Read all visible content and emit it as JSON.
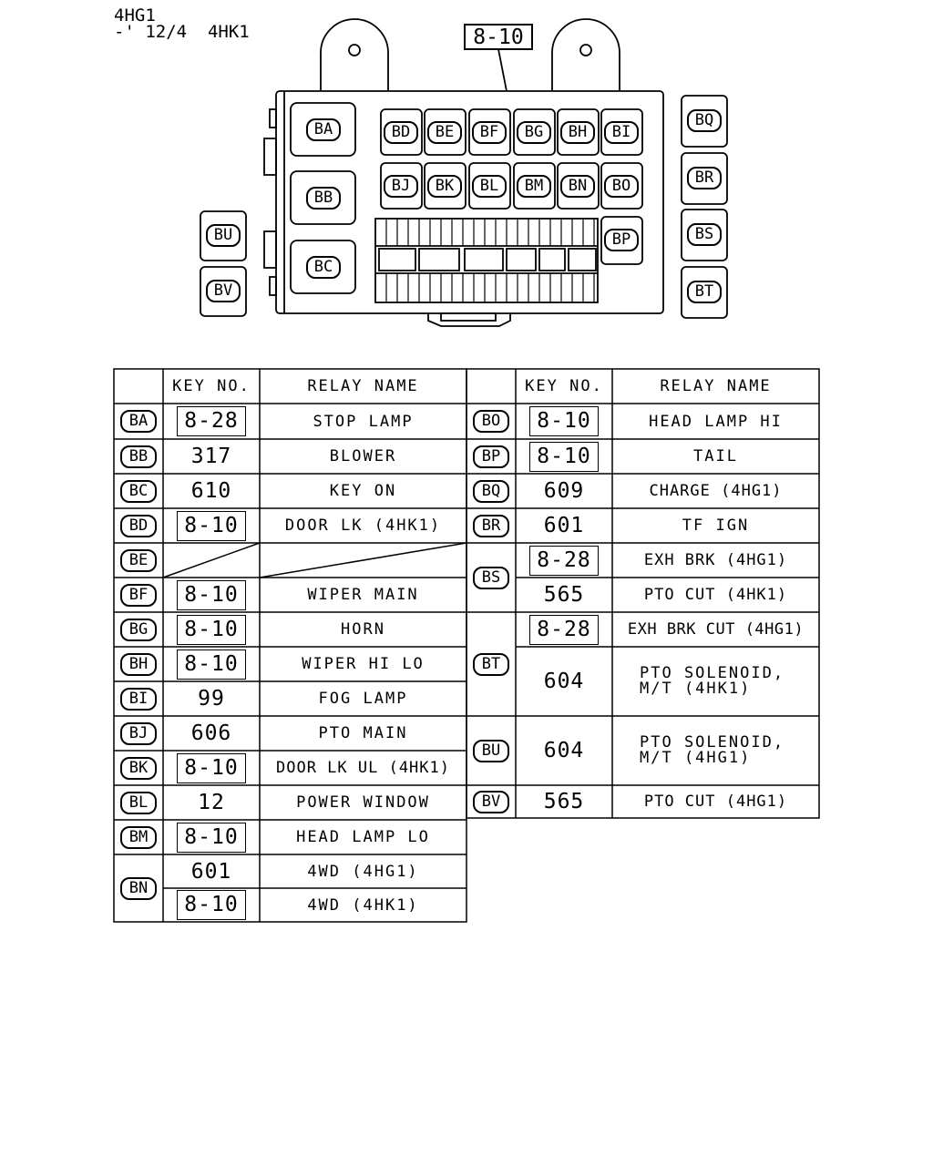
{
  "header": {
    "line1": "4HG1",
    "line2": "-' 12/4  4HK1"
  },
  "callout": "8-10",
  "diagram_labels": {
    "BA": "BA",
    "BB": "BB",
    "BC": "BC",
    "BD": "BD",
    "BE": "BE",
    "BF": "BF",
    "BG": "BG",
    "BH": "BH",
    "BI": "BI",
    "BJ": "BJ",
    "BK": "BK",
    "BL": "BL",
    "BM": "BM",
    "BN": "BN",
    "BO": "BO",
    "BP": "BP",
    "BQ": "BQ",
    "BR": "BR",
    "BS": "BS",
    "BT": "BT",
    "BU": "BU",
    "BV": "BV"
  },
  "table_headers": {
    "key_no": "KEY NO.",
    "relay_name": "RELAY NAME"
  },
  "left_table": {
    "BA": {
      "code": "BA",
      "key": "8-28",
      "boxed": true,
      "name": "STOP LAMP"
    },
    "BB": {
      "code": "BB",
      "key": "317",
      "boxed": false,
      "name": "BLOWER"
    },
    "BC": {
      "code": "BC",
      "key": "610",
      "boxed": false,
      "name": "KEY ON"
    },
    "BD": {
      "code": "BD",
      "key": "8-10",
      "boxed": true,
      "name": "DOOR LK (4HK1)"
    },
    "BE": {
      "code": "BE"
    },
    "BF": {
      "code": "BF",
      "key": "8-10",
      "boxed": true,
      "name": "WIPER MAIN"
    },
    "BG": {
      "code": "BG",
      "key": "8-10",
      "boxed": true,
      "name": "HORN"
    },
    "BH": {
      "code": "BH",
      "key": "8-10",
      "boxed": true,
      "name": "WIPER HI LO"
    },
    "BI": {
      "code": "BI",
      "key": "99",
      "boxed": false,
      "name": "FOG LAMP"
    },
    "BJ": {
      "code": "BJ",
      "key": "606",
      "boxed": false,
      "name": "PTO MAIN"
    },
    "BK": {
      "code": "BK",
      "key": "8-10",
      "boxed": true,
      "name": "DOOR LK UL (4HK1)"
    },
    "BL": {
      "code": "BL",
      "key": "12",
      "boxed": false,
      "name": "POWER WINDOW"
    },
    "BM": {
      "code": "BM",
      "key": "8-10",
      "boxed": true,
      "name": "HEAD LAMP LO"
    },
    "BN": {
      "code": "BN",
      "key1": "601",
      "name1": "4WD (4HG1)",
      "key2": "8-10",
      "name2": "4WD (4HK1)"
    }
  },
  "right_table": {
    "BO": {
      "code": "BO",
      "key": "8-10",
      "boxed": true,
      "name": "HEAD LAMP HI"
    },
    "BP": {
      "code": "BP",
      "key": "8-10",
      "boxed": true,
      "name": "TAIL"
    },
    "BQ": {
      "code": "BQ",
      "key": "609",
      "boxed": false,
      "name": "CHARGE (4HG1)"
    },
    "BR": {
      "code": "BR",
      "key": "601",
      "boxed": false,
      "name": "TF IGN"
    },
    "BS": {
      "code": "BS",
      "key1": "8-28",
      "name1": "EXH BRK (4HG1)",
      "key2": "565",
      "name2": "PTO CUT (4HK1)"
    },
    "BT": {
      "code": "BT",
      "key1": "8-28",
      "name1": "EXH BRK CUT (4HG1)",
      "key2": "604",
      "name2_l1": "PTO SOLENOID,",
      "name2_l2": "M/T (4HK1)"
    },
    "BU": {
      "code": "BU",
      "key": "604",
      "name_l1": "PTO SOLENOID,",
      "name_l2": "M/T (4HG1)"
    },
    "BV": {
      "code": "BV",
      "key": "565",
      "boxed": false,
      "name": "PTO CUT (4HG1)"
    }
  }
}
